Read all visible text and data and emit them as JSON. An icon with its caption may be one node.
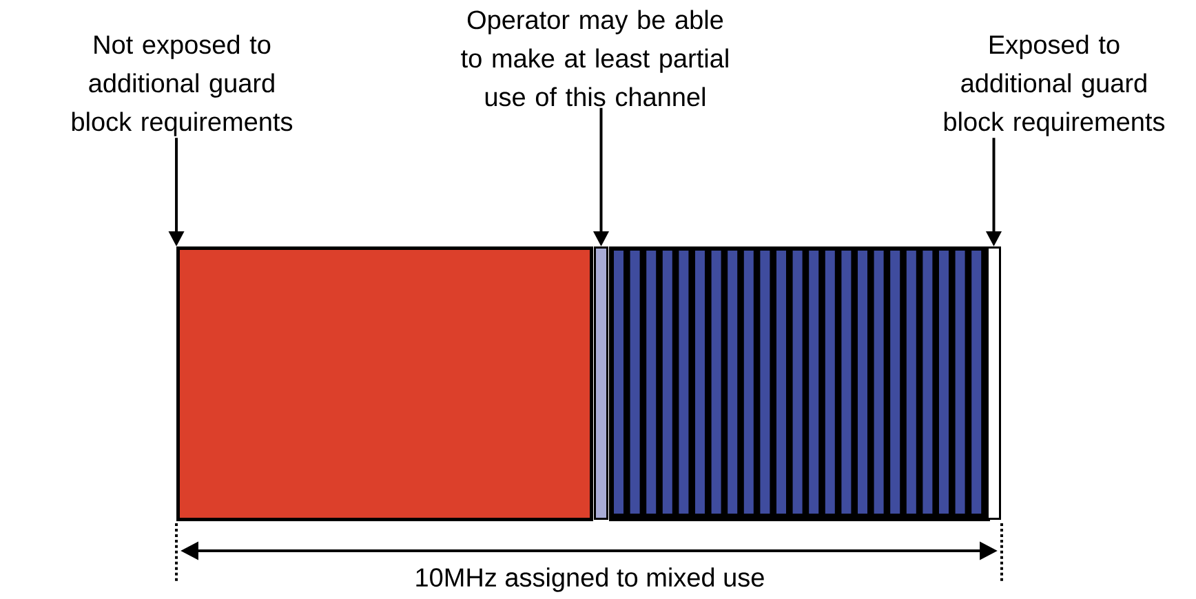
{
  "diagram": {
    "nodes": [
      {
        "text": [
          "Not exposed to additional guard block requirements"
        ]
      },
      {
        "text": [
          "Operator may be able to make at least partial use of this channel"
        ]
      },
      {
        "text": [
          "Exposed to additional guard block requirements"
        ]
      },
      {
        "text": [],
        "shape": "box"
      },
      {
        "text": [],
        "shape": "bar"
      },
      {
        "text": [],
        "shape": "box"
      },
      {
        "text": [],
        "shape": "bar"
      }
    ],
    "edges": [
      {
        "from": 0,
        "to": 3,
        "arrow": "to"
      },
      {
        "from": 1,
        "to": 4,
        "arrow": "to"
      },
      {
        "from": 2,
        "to": 6,
        "arrow": "to"
      }
    ],
    "labels": [
      "10MHz assigned to mixed use"
    ]
  }
}
